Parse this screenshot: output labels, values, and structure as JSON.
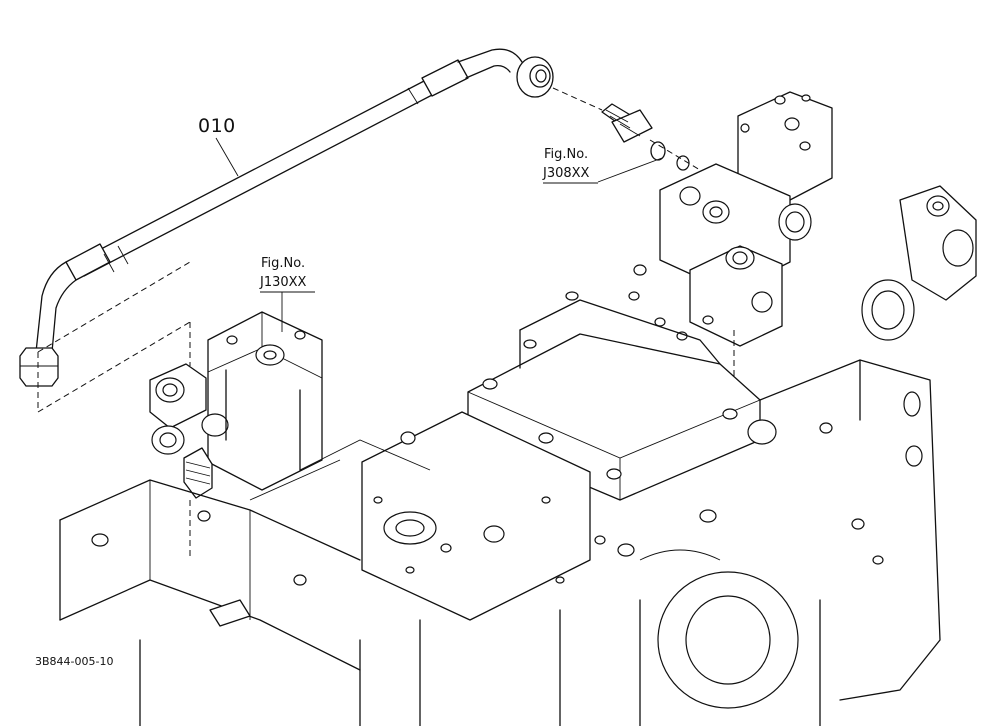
{
  "diagram": {
    "part_number": "010",
    "references": [
      {
        "label": "Fig.No.",
        "code": "J308XX"
      },
      {
        "label": "Fig.No.",
        "code": "J130XX"
      }
    ],
    "drawing_id": "3B844-005-10"
  },
  "colors": {
    "line": "#111111",
    "background": "#ffffff"
  }
}
